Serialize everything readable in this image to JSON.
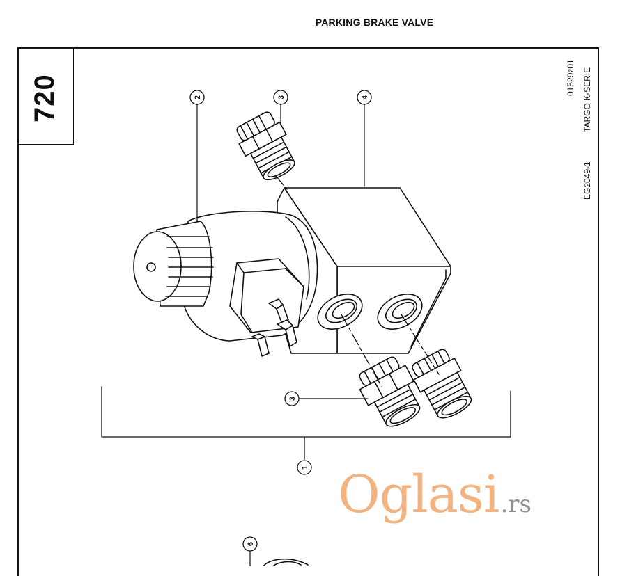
{
  "header": {
    "title": "PARKING BRAKE VALVE"
  },
  "sidebar": {
    "page_number": "720",
    "drawing_code": "01529z01",
    "model": "TARGO K-SERIE",
    "eg_code": "EG2049-1"
  },
  "callouts": {
    "c1": "1",
    "c2": "2",
    "c3_top": "3",
    "c3_bottom": "3",
    "c4": "4",
    "c6": "6"
  },
  "watermark": {
    "main": "Oglasi",
    "suffix": ".rs"
  },
  "colors": {
    "line": "#111111",
    "watermark_orange": "#f0a66b",
    "watermark_gray": "#8f8f8f"
  }
}
